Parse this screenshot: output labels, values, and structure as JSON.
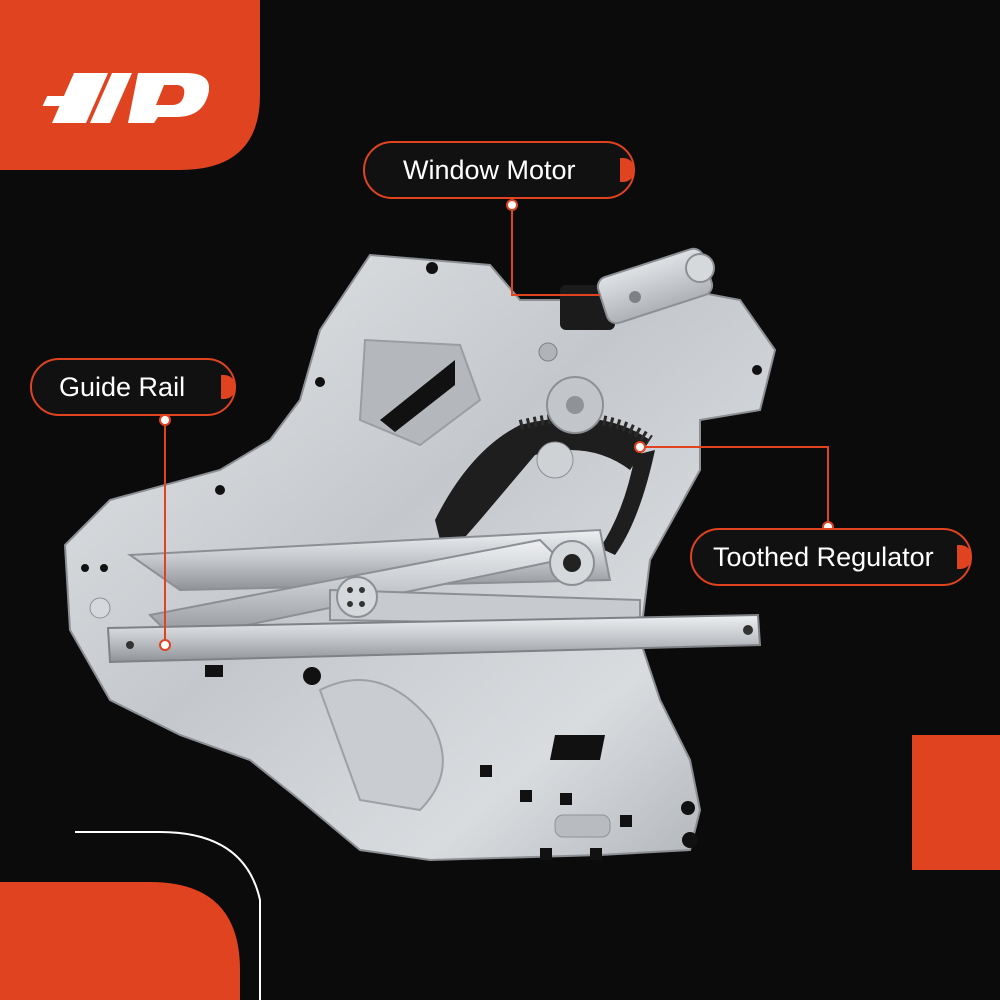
{
  "brand": {
    "logo_text": "A-P",
    "accent_color": "#e0431f",
    "background_color": "#0b0b0b",
    "logo_color": "#ffffff"
  },
  "product": {
    "description_icon": "window-regulator-assembly"
  },
  "callouts": [
    {
      "id": "window-motor",
      "label": "Window Motor"
    },
    {
      "id": "guide-rail",
      "label": "Guide Rail"
    },
    {
      "id": "toothed-regulator",
      "label": "Toothed Regulator"
    }
  ]
}
